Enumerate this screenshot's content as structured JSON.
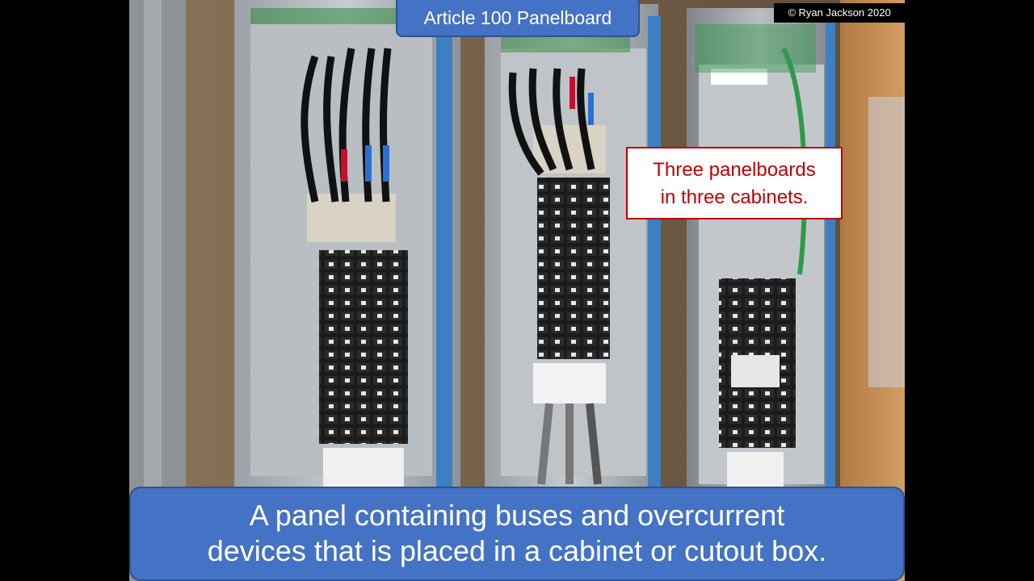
{
  "slide": {
    "title": "Article 100 Panelboard",
    "copyright": "© Ryan Jackson 2020",
    "callout": {
      "line1": "Three panelboards",
      "line2": "in three cabinets."
    },
    "caption": {
      "line1": "A panel containing buses and overcurrent",
      "line2": "devices that is placed in a cabinet or cutout box."
    }
  },
  "colors": {
    "title_fill": "#4472c4",
    "callout_border": "#c00000",
    "callout_text": "#c00000",
    "caption_fill": "#4472c4"
  },
  "photo_subject": "electrical-panelboards-photo"
}
